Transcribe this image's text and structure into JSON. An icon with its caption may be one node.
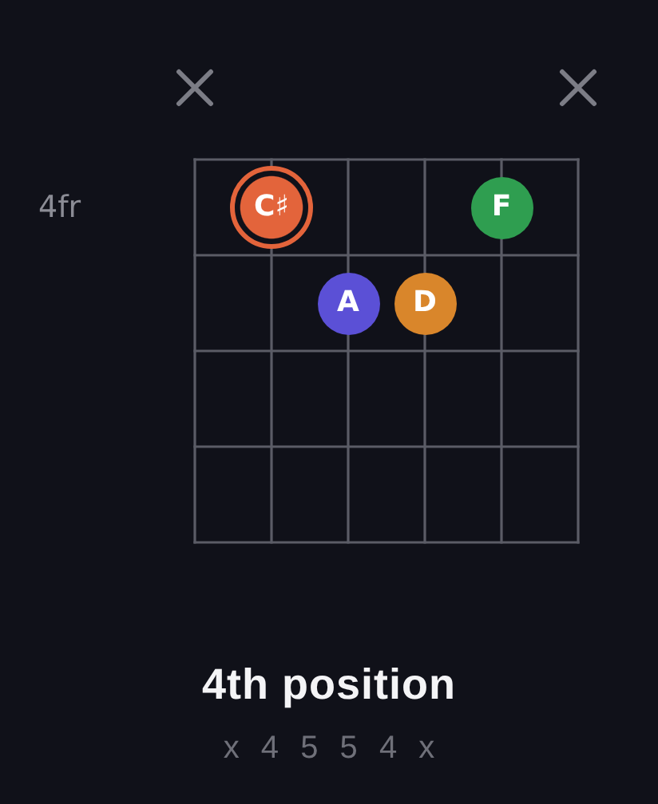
{
  "diagram": {
    "title": "4th position",
    "caption": "x 4 5 5 4 x",
    "nodes": [
      {
        "text": [
          "C♯"
        ]
      },
      {
        "text": [
          "F"
        ]
      },
      {
        "text": [
          "A"
        ]
      },
      {
        "text": [
          "D"
        ]
      }
    ],
    "labels": [
      "4fr"
    ]
  }
}
